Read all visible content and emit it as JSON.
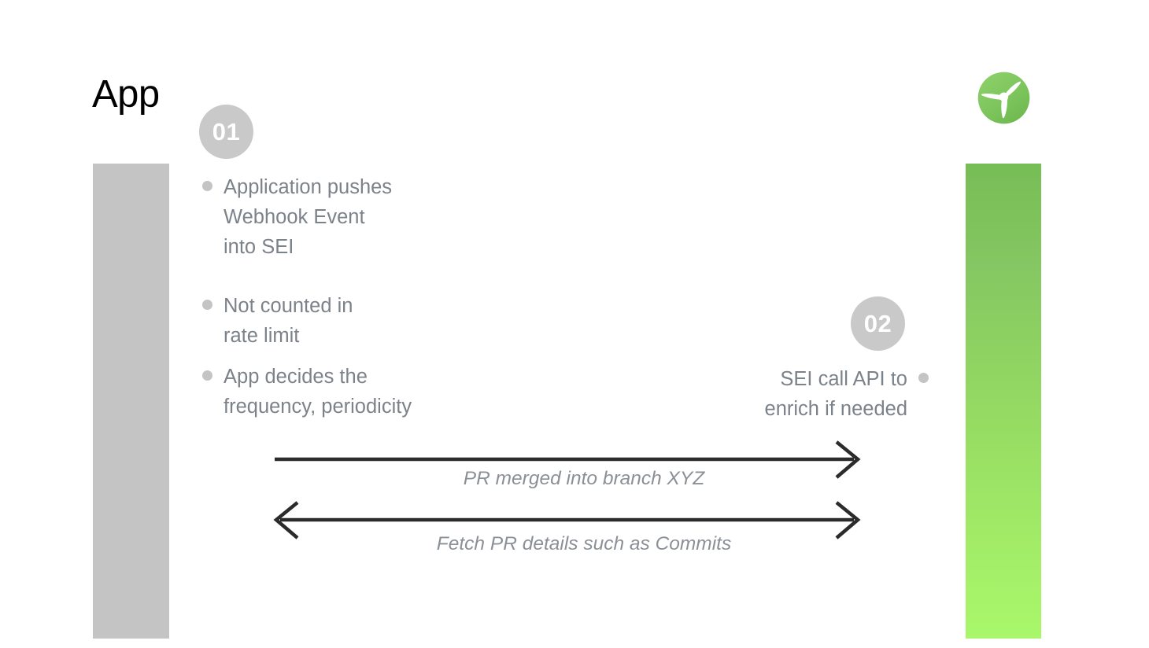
{
  "slide": {
    "title": "App",
    "background_color": "#ffffff"
  },
  "lanes": {
    "left": {
      "name": "App lane",
      "color": "#c4c4c4"
    },
    "right": {
      "name": "SEI lane",
      "gradient_from": "#77bd56",
      "gradient_to": "#a9f76b"
    }
  },
  "logo": {
    "name": "harness-propeller-logo",
    "circle_color": "#7fc95f",
    "blade_color": "#ffffff"
  },
  "steps": [
    {
      "badge": "01",
      "badge_color": "#c9c9c9",
      "align": "left",
      "bullets": [
        "Application pushes\nWebhook Event\ninto SEI",
        "Not counted in\nrate limit",
        "App decides the\nfrequency, periodicity"
      ]
    },
    {
      "badge": "02",
      "badge_color": "#c9c9c9",
      "align": "right",
      "bullets": [
        "SEI call API to\nenrich if needed"
      ]
    }
  ],
  "arrows": [
    {
      "name": "pr-merged-arrow",
      "direction": "right",
      "label": "PR merged into branch XYZ",
      "color": "#2b2b2b"
    },
    {
      "name": "fetch-pr-details-arrow",
      "direction": "both",
      "label": "Fetch PR details such as Commits",
      "color": "#2b2b2b"
    }
  ],
  "text_color": "#7c828a",
  "label_color": "#8b9097"
}
